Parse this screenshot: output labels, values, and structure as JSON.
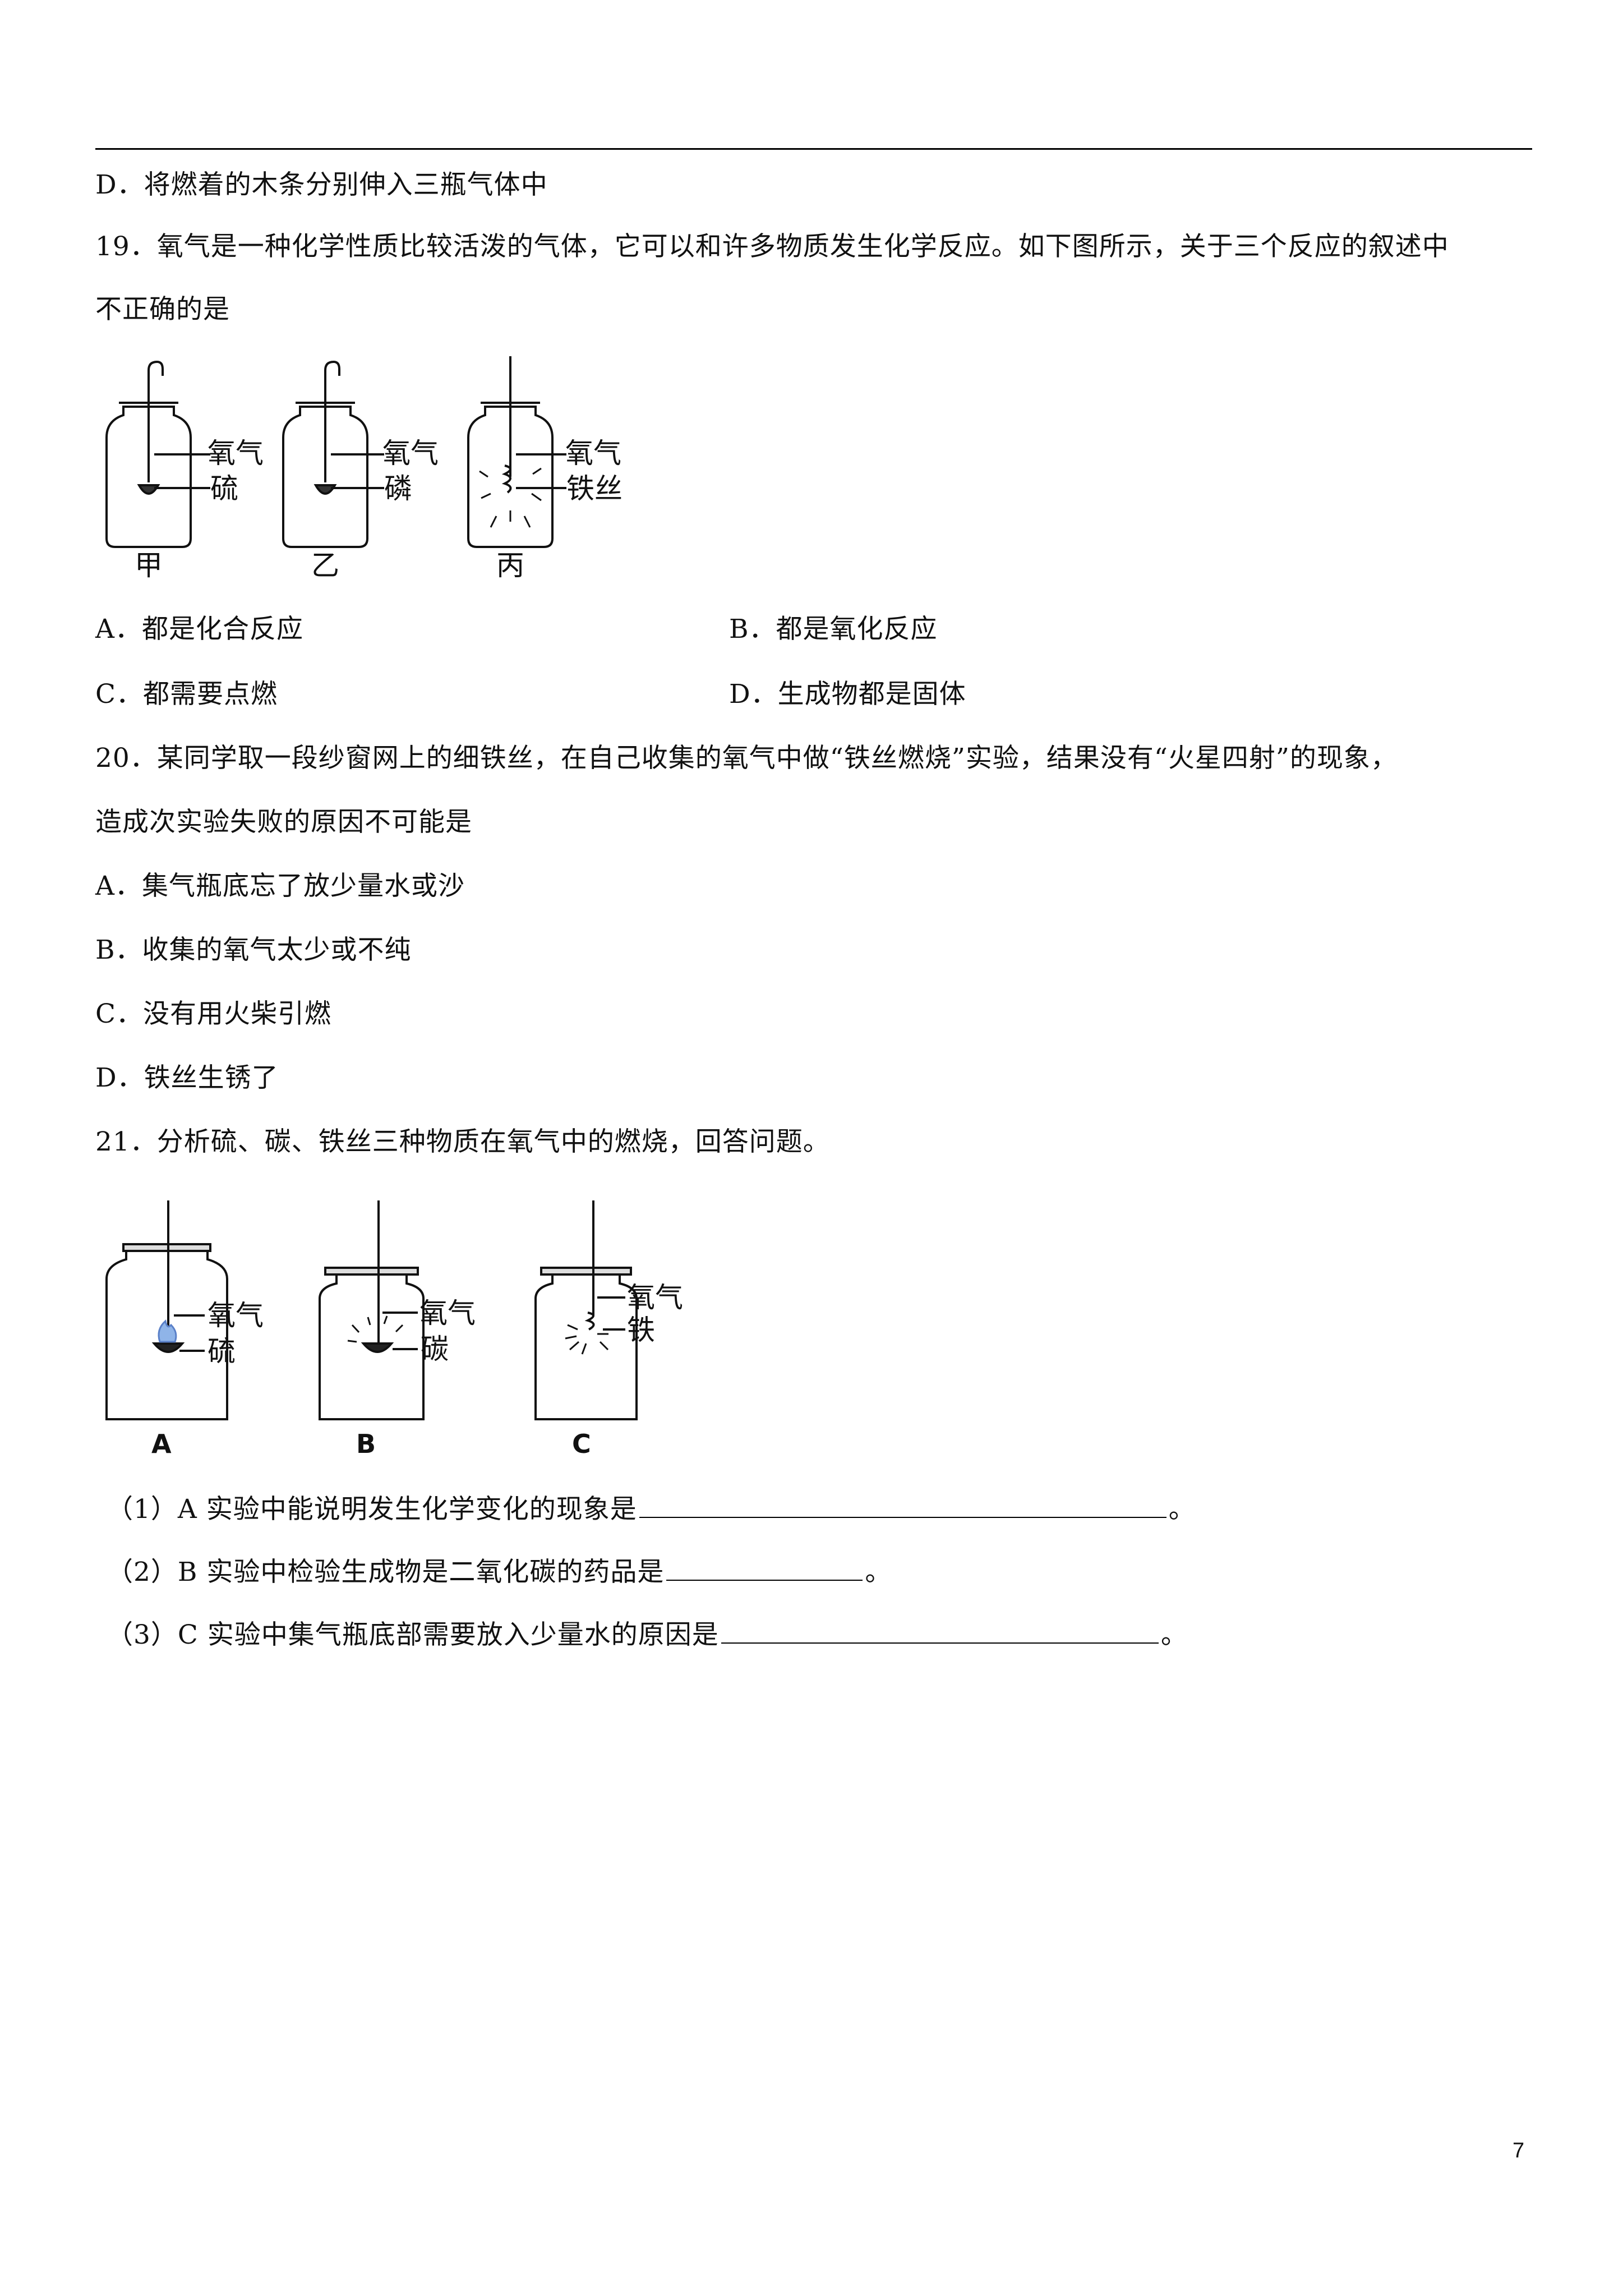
{
  "header_line": true,
  "prev_option": "D．将燃着的木条分别伸入三瓶气体中",
  "q19": {
    "stem_line1": "19．氧气是一种化学性质比较活泼的气体，它可以和许多物质发生化学反应。如下图所示，关于三个反应的叙述中",
    "stem_line2": "不正确的是",
    "figure": {
      "jars": [
        {
          "gas": "氧气",
          "substance": "硫",
          "label": "甲"
        },
        {
          "gas": "氧气",
          "substance": "磷",
          "label": "乙"
        },
        {
          "gas": "氧气",
          "substance": "铁丝",
          "label": "丙"
        }
      ]
    },
    "options": {
      "A": "A．都是化合反应",
      "B": "B．都是氧化反应",
      "C": "C．都需要点燃",
      "D": "D．生成物都是固体"
    }
  },
  "q20": {
    "stem_line1": "20．某同学取一段纱窗网上的细铁丝，在自己收集的氧气中做“铁丝燃烧”实验，结果没有“火星四射”的现象，",
    "stem_line2": "造成次实验失败的原因不可能是",
    "options": {
      "A": "A．集气瓶底忘了放少量水或沙",
      "B": "B．收集的氧气太少或不纯",
      "C": "C．没有用火柴引燃",
      "D": "D．铁丝生锈了"
    }
  },
  "q21": {
    "stem": "21．分析硫、碳、铁丝三种物质在氧气中的燃烧，回答问题。",
    "figure": {
      "jars": [
        {
          "gas": "氧气",
          "substance": "硫",
          "label": "A"
        },
        {
          "gas": "氧气",
          "substance": "碳",
          "label": "B"
        },
        {
          "gas": "氧气",
          "substance": "铁",
          "label": "C"
        }
      ]
    },
    "sub1": {
      "text": "（1）A 实验中能说明发生化学变化的现象是",
      "end": "。"
    },
    "sub2": {
      "text": "（2）B 实验中检验生成物是二氧化碳的药品是",
      "end": "。"
    },
    "sub3": {
      "text": "（3）C 实验中集气瓶底部需要放入少量水的原因是",
      "end": "。"
    }
  },
  "page_number": "7"
}
